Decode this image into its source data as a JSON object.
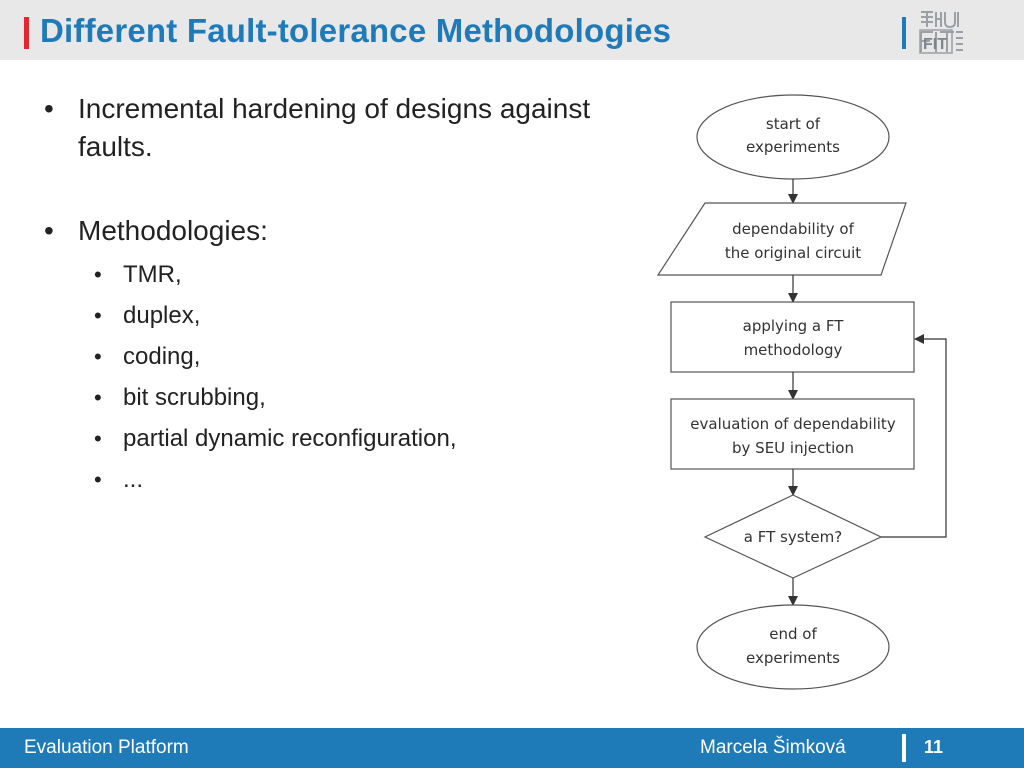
{
  "header": {
    "title": "Different Fault-tolerance Methodologies",
    "logo_text": "FIT",
    "accent_color": "#e3262f",
    "brand_color": "#1f7ab8"
  },
  "content": {
    "bullets": [
      {
        "text": "Incremental hardening of designs against faults."
      },
      {
        "text": "Methodologies:",
        "sub": [
          "TMR,",
          "duplex,",
          "coding,",
          "bit scrubbing,",
          "partial dynamic reconfiguration,",
          "..."
        ]
      }
    ]
  },
  "flowchart": {
    "start": [
      "start of",
      "experiments"
    ],
    "input": [
      "dependability of",
      "the original circuit"
    ],
    "apply": [
      "applying a FT",
      "methodology"
    ],
    "evaluate": [
      "evaluation of dependability",
      "by SEU injection"
    ],
    "decision": "a FT system?",
    "end": [
      "end of",
      "experiments"
    ]
  },
  "footer": {
    "left": "Evaluation Platform",
    "author": "Marcela Šimková",
    "page": "11"
  }
}
